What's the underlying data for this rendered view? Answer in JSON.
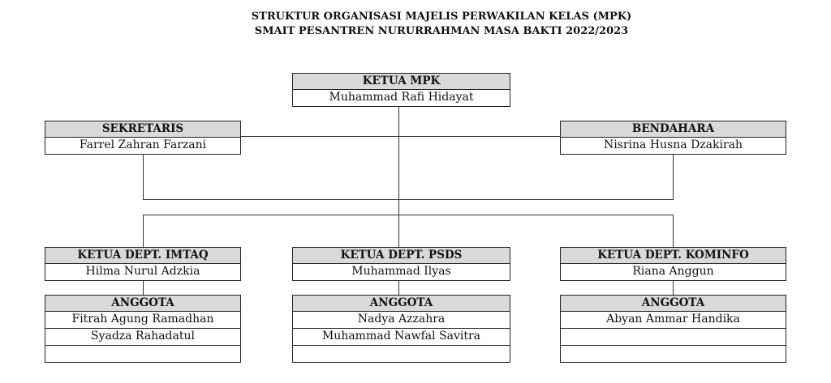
{
  "title": {
    "line1": "STRUKTUR ORGANISASI MAJELIS PERWAKILAN KELAS (MPK)",
    "line2": "SMAIT PESANTREN NURURRAHMAN MASA BAKTI 2022/2023"
  },
  "ketua": {
    "label": "KETUA MPK",
    "name": "Muhammad Rafi Hidayat"
  },
  "sekretaris": {
    "label": "SEKRETARIS",
    "name": "Farrel Zahran Farzani"
  },
  "bendahara": {
    "label": "BENDAHARA",
    "name": "Nisrina Husna Dzakirah"
  },
  "departments": [
    {
      "head_label": "KETUA DEPT. IMTAQ",
      "head_name": "Hilma Nurul Adzkia",
      "members_label": "ANGGOTA",
      "members": [
        "Fitrah Agung Ramadhan",
        "Syadza Rahadatul",
        ""
      ]
    },
    {
      "head_label": "KETUA DEPT. PSDS",
      "head_name": "Muhammad Ilyas",
      "members_label": "ANGGOTA",
      "members": [
        "Nadya Azzahra",
        "Muhammad Nawfal Savitra",
        ""
      ]
    },
    {
      "head_label": "KETUA DEPT. KOMINFO",
      "head_name": "Riana Anggun",
      "members_label": "ANGGOTA",
      "members": [
        "Abyan Ammar Handika",
        "",
        ""
      ]
    }
  ]
}
